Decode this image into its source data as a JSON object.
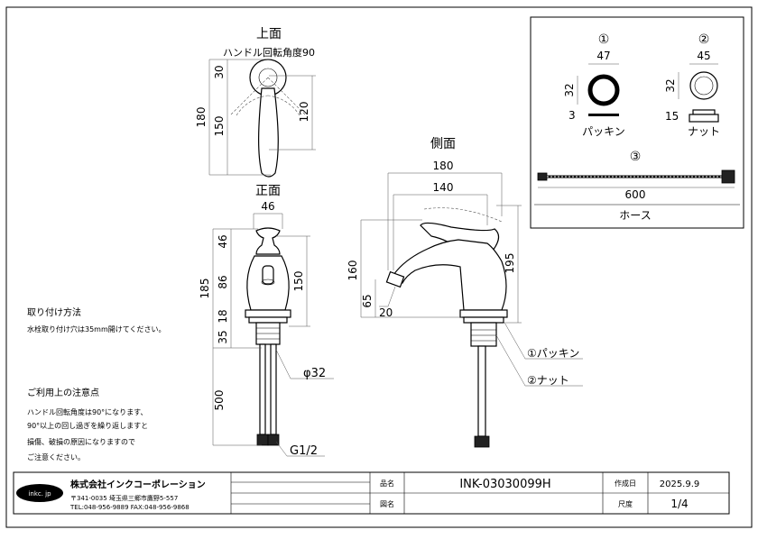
{
  "views": {
    "top": {
      "title": "上面",
      "handle_angle": "ハンドル回転角度90",
      "dims": {
        "d30": "30",
        "d150": "150",
        "d180": "180",
        "d120": "120"
      }
    },
    "front": {
      "title": "正面",
      "dims": {
        "d46w": "46",
        "d46": "46",
        "d86": "86",
        "d185": "185",
        "d150": "150",
        "d18": "18",
        "d35": "35",
        "d500": "500",
        "phi32": "φ32",
        "g12": "G1/2"
      }
    },
    "side": {
      "title": "側面",
      "dims": {
        "d180": "180",
        "d140": "140",
        "d160": "160",
        "d195": "195",
        "d65": "65",
        "d20": "20"
      },
      "callouts": {
        "packing": "①パッキン",
        "nut": "②ナット"
      }
    }
  },
  "parts": {
    "p1": {
      "num": "①",
      "w": "47",
      "h": "32",
      "t": "3",
      "label": "パッキン"
    },
    "p2": {
      "num": "②",
      "w": "45",
      "h": "32",
      "t": "15",
      "label": "ナット"
    },
    "p3": {
      "num": "③",
      "len": "600",
      "label": "ホース"
    }
  },
  "notes": {
    "install_title": "取り付け方法",
    "install_text": "水栓取り付け穴は35mm開けてください。",
    "caution_title": "ご利用上の注意点",
    "caution_lines": [
      "ハンドル回転角度は90°になります、",
      "90°以上の回し過ぎを繰り返しますと",
      "損傷、破損の原因になりますので",
      "ご注意ください。"
    ]
  },
  "title_block": {
    "logo": "inkc. jp",
    "company": "株式会社インクコーポレーション",
    "address": "〒341-0035 埼玉県三郷市鷹野5-557",
    "contact": "TEL:048-956-9889  FAX:048-956-9868",
    "product_label": "品名",
    "product_value": "INK-03030099H",
    "drawing_label": "図名",
    "drawing_value": "",
    "date_label": "作成日",
    "date_value": "2025.9.9",
    "scale_label": "尺度",
    "scale_value": "1/4"
  }
}
